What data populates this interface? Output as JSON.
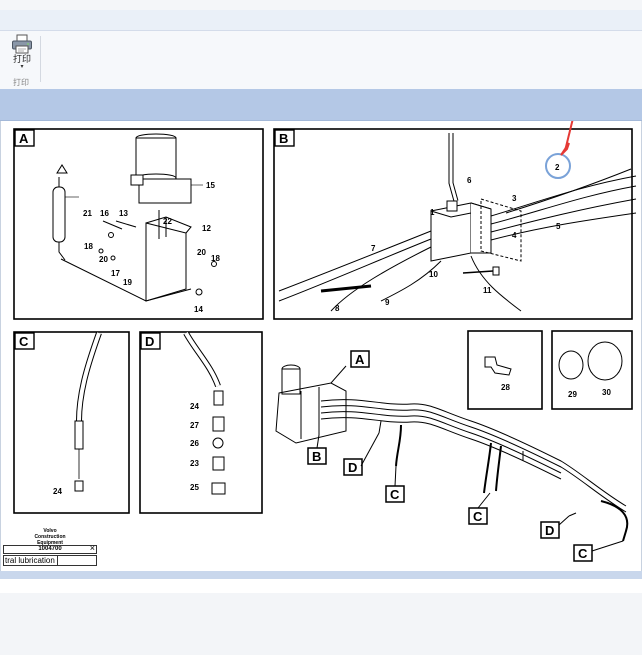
{
  "ribbon": {
    "print_label": "打印",
    "print_group_label": "打印",
    "print_icon": "printer-icon"
  },
  "diagram": {
    "panel_letters": [
      "A",
      "B",
      "C",
      "D"
    ],
    "callouts": {
      "a": [
        "15",
        "21",
        "16",
        "13",
        "22",
        "12",
        "18",
        "20",
        "18",
        "20",
        "17",
        "19",
        "14"
      ],
      "b": [
        "6",
        "1",
        "3",
        "2",
        "4",
        "5",
        "7",
        "9",
        "10",
        "8",
        "11"
      ],
      "c": [
        "24"
      ],
      "d": [
        "24",
        "27",
        "26",
        "23",
        "25"
      ],
      "small": [
        "28",
        "29",
        "30"
      ],
      "overview_letters": [
        "A",
        "B",
        "D",
        "C",
        "C",
        "D",
        "C"
      ]
    },
    "highlight_number": "2",
    "highlight_color": "#e53935",
    "circle_color": "#7aa2d8"
  },
  "caption": {
    "brand_line1": "Volvo Construction",
    "brand_line2": "Equipment",
    "partial_number": "1004700",
    "close_symbol": "×",
    "row_text": "tral lubrication"
  }
}
